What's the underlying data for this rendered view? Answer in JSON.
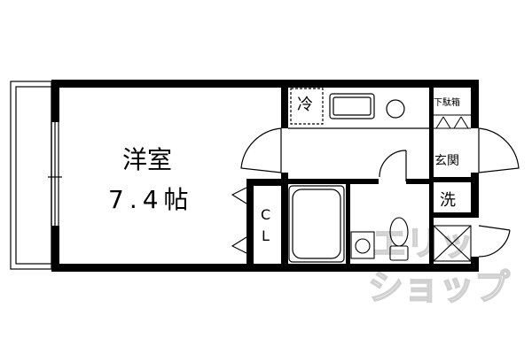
{
  "rooms": {
    "western_room": {
      "name": "洋室",
      "size": "7.4帖"
    },
    "closet": {
      "line1": "C",
      "line2": "L"
    }
  },
  "fixtures": {
    "fridge": "冷",
    "shoe_box": "下駄箱",
    "entrance": "玄関",
    "washer": "洗"
  },
  "watermark": {
    "line1": "エリッ",
    "line2": "ショップ"
  },
  "colors": {
    "wall": "#000000",
    "background": "#ffffff",
    "watermark": "#d0d0d0"
  }
}
